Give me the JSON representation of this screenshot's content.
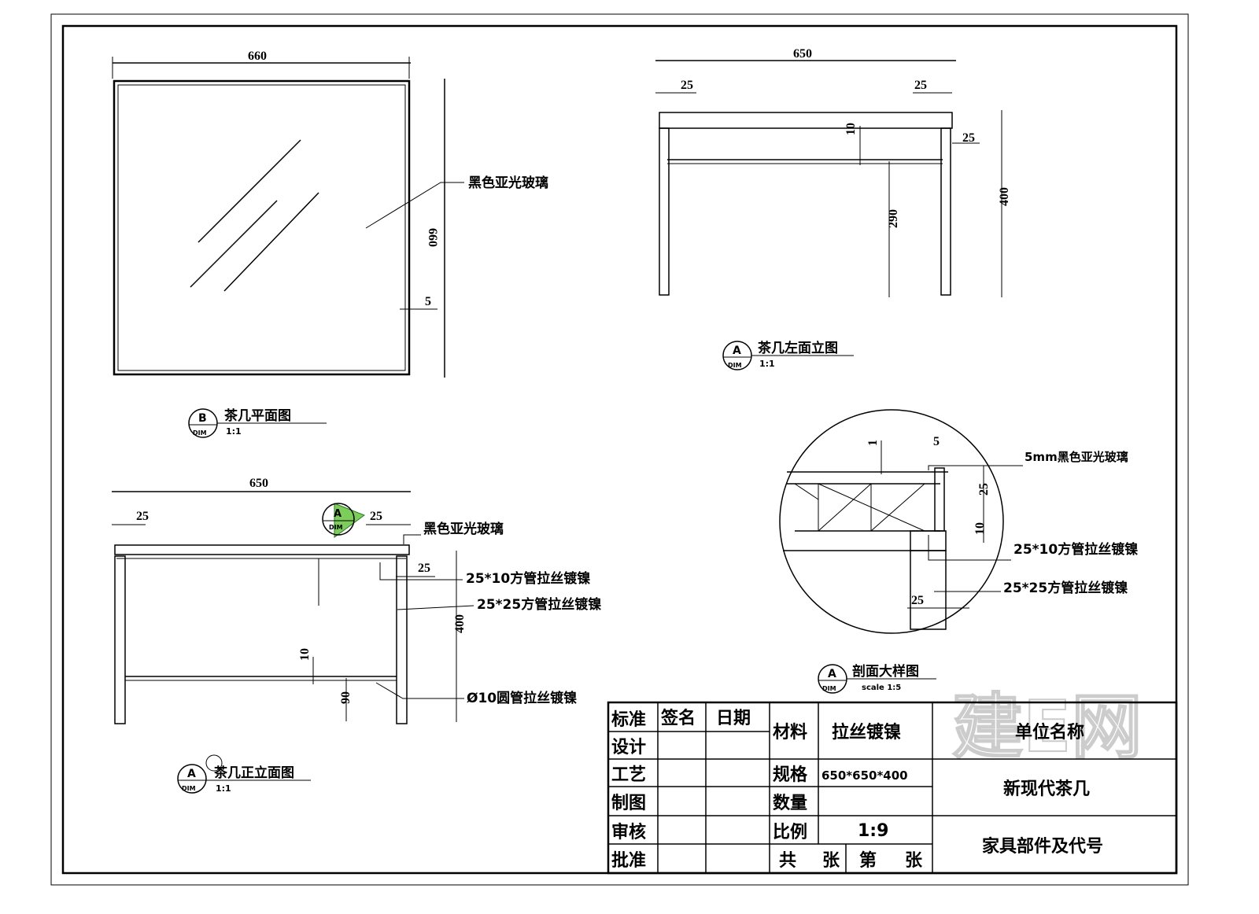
{
  "plan_view": {
    "title": "茶几平面图",
    "tag": "B",
    "sub": "DIM",
    "scale": "1:1",
    "dim_width": "660",
    "dim_height": "660",
    "dim_edge": "5",
    "glass_label": "黑色亚光玻璃"
  },
  "left_view": {
    "title": "茶几左面立图",
    "tag": "A",
    "sub": "DIM",
    "scale": "1:1",
    "dim_width": "650",
    "dim_left": "25",
    "dim_right": "25",
    "dim_10": "10",
    "dim_25": "25",
    "dim_290": "290",
    "dim_400": "400"
  },
  "front_view": {
    "title": "茶几正立面图",
    "tag": "A",
    "sub": "DIM",
    "scale": "1:1",
    "dim_width": "650",
    "dim_left": "25",
    "dim_right": "25",
    "dim_25b": "25",
    "dim_10": "10",
    "dim_90": "90",
    "dim_400": "400",
    "callout_tag": "A",
    "callout_sub": "DIM",
    "labels": [
      "黑色亚光玻璃",
      "25*10方管拉丝镀镍",
      "25*25方管拉丝镀镍",
      "Ø10圆管拉丝镀镍"
    ]
  },
  "detail_view": {
    "title": "剖面大样图",
    "tag": "A",
    "sub": "DIM",
    "scale": "scale  1:5",
    "dim_1": "1",
    "dim_5": "5",
    "dim_25": "25",
    "dim_10": "10",
    "dim_25b": "25",
    "labels": [
      "5mm黑色亚光玻璃",
      "25*10方管拉丝镀镍",
      "25*25方管拉丝镀镍"
    ]
  },
  "title_block": {
    "headers": [
      "标准",
      "签名",
      "日期"
    ],
    "rows": [
      "设计",
      "工艺",
      "制图",
      "审核",
      "批准"
    ],
    "material_label": "材料",
    "material_value": "拉丝镀镍",
    "spec_label": "规格",
    "spec_value": "650*650*400",
    "qty_label": "数量",
    "qty_value": "",
    "ratio_label": "比例",
    "ratio_value": "1:9",
    "total": "共",
    "sheets": "张",
    "sheet_no": "第",
    "sheets2": "张",
    "company": "单位名称",
    "product": "新现代茶几",
    "parts": "家具部件及代号"
  },
  "watermark": "建E网"
}
